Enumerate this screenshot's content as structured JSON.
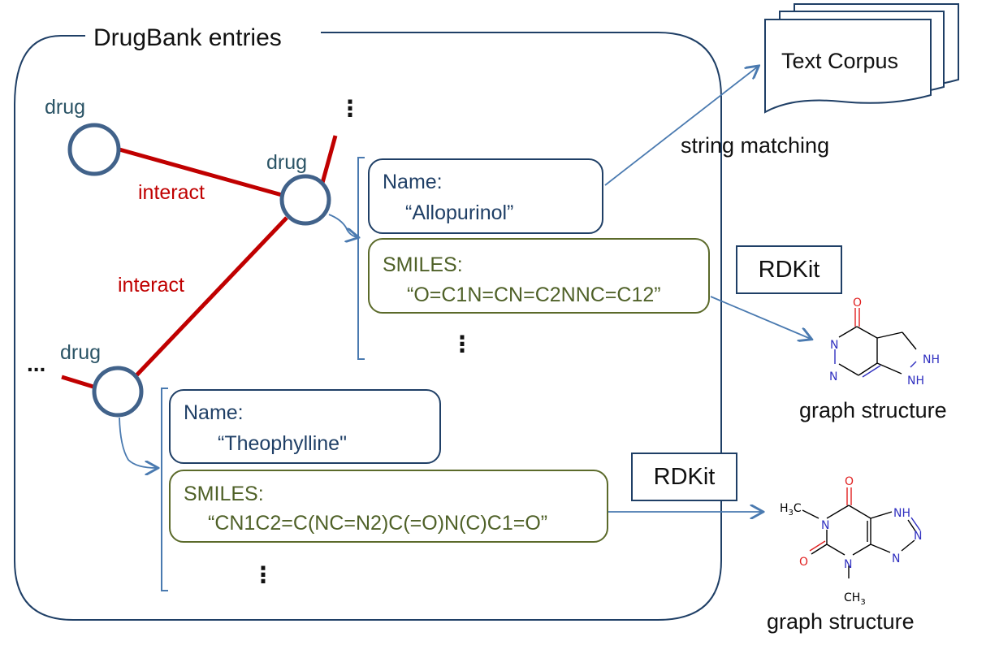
{
  "title": "DrugBank entries",
  "drug_label": "drug",
  "interact_label": "interact",
  "ellipsis_vertical": "⋮",
  "ellipsis_horizontal": "...",
  "entry1": {
    "name_label": "Name:",
    "name_value": "“Allopurinol”",
    "smiles_label": "SMILES:",
    "smiles_value": "“O=C1N=CN=C2NNC=C12”"
  },
  "entry2": {
    "name_label": "Name:",
    "name_value": "“Theophylline\"",
    "smiles_label": "SMILES:",
    "smiles_value": "“CN1C2=C(NC=N2)C(=O)N(C)C1=O”"
  },
  "text_corpus": "Text Corpus",
  "string_matching": "string matching",
  "rdkit": "RDKit",
  "graph_structure": "graph structure",
  "atoms": {
    "o": "O",
    "n": "N",
    "nh": "NH",
    "ch3": "CH",
    "h3c": "H",
    "three": "3",
    "c": "C"
  },
  "colors": {
    "frame": "#1f3f66",
    "edge": "#c00000",
    "drug_text": "#2b5466",
    "name_border": "#1f3f66",
    "smiles_border": "#5b6a2a",
    "arrow": "#4a7ab0",
    "oxygen": "#e02020",
    "nitrogen": "#3030c0"
  }
}
